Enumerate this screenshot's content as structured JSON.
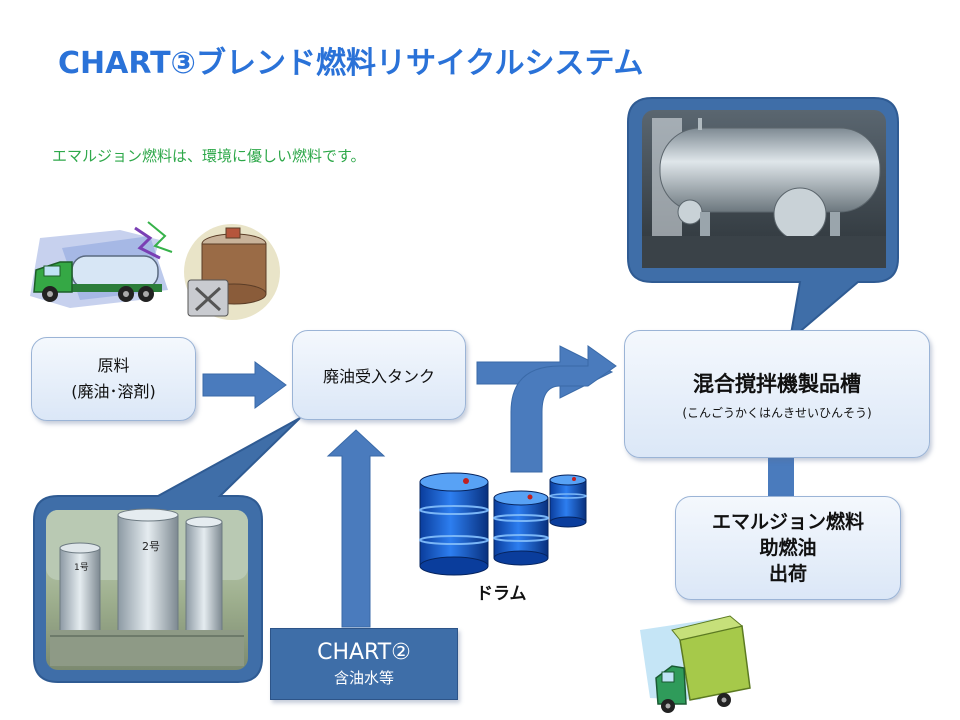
{
  "title": "CHART③ブレンド燃料リサイクルシステム",
  "subtitle": "エマルジョン燃料は、環境に優しい燃料です。",
  "nodes": {
    "raw_material": {
      "line1": "原料",
      "line2": "(廃油･溶剤)"
    },
    "waste_oil_tank": {
      "label": "廃油受入タンク"
    },
    "mixing_tank": {
      "label": "混合撹拌機製品槽",
      "reading": "(こんごうかくはんきせいひんそう)"
    },
    "output": {
      "line1": "エマルジョン燃料",
      "line2": "助燃油",
      "line3": "出荷"
    },
    "chart2": {
      "title": "CHART②",
      "sub": "含油水等"
    }
  },
  "drum_label": "ドラム",
  "colors": {
    "title": "#2a72d8",
    "subtitle": "#2ea84a",
    "arrow": "#4a7bbd",
    "callout": "#3f6ea8",
    "chart2_bg": "#3e6ea8"
  },
  "icons": [
    "tank-truck-icon",
    "oil-can-icon",
    "storage-tanks-photo",
    "mixing-tank-photo",
    "drums-icon",
    "delivery-truck-icon"
  ]
}
